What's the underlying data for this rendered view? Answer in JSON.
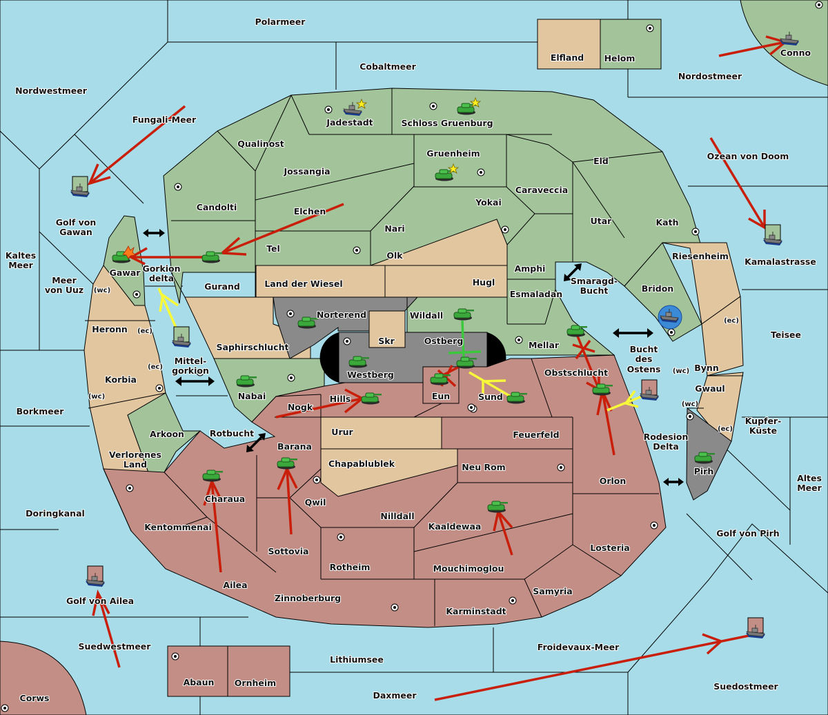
{
  "map_title": "Diplomacy-style game map",
  "colors": {
    "sea": "#a8dce8",
    "power_green": "#a3c49a",
    "power_red": "#c38e86",
    "neutral_tan": "#e2c6a0",
    "impassable_gray": "#8a8a8a",
    "order_move": "#c81e0a",
    "order_support": "#f8f83a",
    "order_convoy_hold": "#3cc83c"
  },
  "sea_labels": [
    {
      "id": "polarmeer",
      "name": "Polarmeer"
    },
    {
      "id": "cobaltmeer",
      "name": "Cobaltmeer"
    },
    {
      "id": "nordwestmeer",
      "name": "Nordwestmeer"
    },
    {
      "id": "fungali",
      "name": "Fungali-Meer"
    },
    {
      "id": "nordostmeer",
      "name": "Nordostmeer"
    },
    {
      "id": "ozean",
      "name": "Ozean von Doom"
    },
    {
      "id": "golfgawan1",
      "name": "Golf von"
    },
    {
      "id": "golfgawan2",
      "name": "Gawan"
    },
    {
      "id": "kaltes1",
      "name": "Kaltes"
    },
    {
      "id": "kaltes2",
      "name": "Meer"
    },
    {
      "id": "uuz1",
      "name": "Meer"
    },
    {
      "id": "uuz2",
      "name": "von Uuz"
    },
    {
      "id": "gorkiondelta1",
      "name": "Gorkion"
    },
    {
      "id": "gorkiondelta2",
      "name": "delta"
    },
    {
      "id": "mittel1",
      "name": "Mittel-"
    },
    {
      "id": "mittel2",
      "name": "gorkion"
    },
    {
      "id": "kamala",
      "name": "Kamalastrasse"
    },
    {
      "id": "smaragd1",
      "name": "Smaragd-"
    },
    {
      "id": "smaragd2",
      "name": "Bucht"
    },
    {
      "id": "bucht1",
      "name": "Bucht"
    },
    {
      "id": "bucht2",
      "name": "des"
    },
    {
      "id": "bucht3",
      "name": "Ostens"
    },
    {
      "id": "teisee",
      "name": "Teisee"
    },
    {
      "id": "borkmeer",
      "name": "Borkmeer"
    },
    {
      "id": "rotbucht",
      "name": "Rotbucht"
    },
    {
      "id": "rodesion1",
      "name": "Rodesion"
    },
    {
      "id": "rodesion2",
      "name": "Delta"
    },
    {
      "id": "kupfer1",
      "name": "Kupfer-"
    },
    {
      "id": "kupfer2",
      "name": "Küste"
    },
    {
      "id": "altes1",
      "name": "Altes"
    },
    {
      "id": "altes2",
      "name": "Meer"
    },
    {
      "id": "doringkanal",
      "name": "Doringkanal"
    },
    {
      "id": "golfpirh",
      "name": "Golf von Pirh"
    },
    {
      "id": "golfailea",
      "name": "Golf von Ailea"
    },
    {
      "id": "suedwestmeer",
      "name": "Suedwestmeer"
    },
    {
      "id": "lithiumsee",
      "name": "Lithiumsee"
    },
    {
      "id": "froidevaux",
      "name": "Froidevaux-Meer"
    },
    {
      "id": "daxmeer",
      "name": "Daxmeer"
    },
    {
      "id": "suedostmeer",
      "name": "Suedostmeer"
    }
  ],
  "land_labels": [
    {
      "name": "Elfland"
    },
    {
      "name": "Helom"
    },
    {
      "name": "Conno"
    },
    {
      "name": "Jadestadt"
    },
    {
      "name": "Schloss Gruenburg"
    },
    {
      "name": "Qualinost"
    },
    {
      "name": "Jossangia"
    },
    {
      "name": "Gruenheim"
    },
    {
      "name": "Eld"
    },
    {
      "name": "Candolti"
    },
    {
      "name": "Caraveccia"
    },
    {
      "name": "Elchen"
    },
    {
      "name": "Yokai"
    },
    {
      "name": "Utar"
    },
    {
      "name": "Kath"
    },
    {
      "name": "Nari"
    },
    {
      "name": "Tel"
    },
    {
      "name": "Olk"
    },
    {
      "name": "Riesenheim"
    },
    {
      "name": "Amphi"
    },
    {
      "name": "Gawar"
    },
    {
      "name": "Gurand"
    },
    {
      "name": "Land der Wiesel"
    },
    {
      "name": "Hugl"
    },
    {
      "name": "Bridon"
    },
    {
      "name": "Esmaladan"
    },
    {
      "name": "Norterend"
    },
    {
      "name": "Wildall"
    },
    {
      "name": "Heronn"
    },
    {
      "name": "Skr"
    },
    {
      "name": "Ostberg"
    },
    {
      "name": "Mellar"
    },
    {
      "name": "Saphirschlucht"
    },
    {
      "name": "Westberg"
    },
    {
      "name": "Obstschlucht"
    },
    {
      "name": "Bynn"
    },
    {
      "name": "Korbia"
    },
    {
      "name": "Nabai"
    },
    {
      "name": "Eun"
    },
    {
      "name": "Sund"
    },
    {
      "name": "Hills"
    },
    {
      "name": "Gwaul"
    },
    {
      "name": "Nogk"
    },
    {
      "name": "Urur"
    },
    {
      "name": "Feuerfeld"
    },
    {
      "name": "Arkoon"
    },
    {
      "name": "Barana"
    },
    {
      "name": "Verlorenes"
    },
    {
      "name": "Land"
    },
    {
      "name": "Chapablublek"
    },
    {
      "name": "Neu Rom"
    },
    {
      "name": "Pirh"
    },
    {
      "name": "Charaua"
    },
    {
      "name": "Orlon"
    },
    {
      "name": "Qwil"
    },
    {
      "name": "Nilldall"
    },
    {
      "name": "Kentommenai"
    },
    {
      "name": "Kaaldewaa"
    },
    {
      "name": "Sottovia"
    },
    {
      "name": "Losteria"
    },
    {
      "name": "Rotheim"
    },
    {
      "name": "Mouchimoglou"
    },
    {
      "name": "Ailea"
    },
    {
      "name": "Samyria"
    },
    {
      "name": "Zinnoberburg"
    },
    {
      "name": "Karminstadt"
    },
    {
      "name": "Abaun"
    },
    {
      "name": "Ornheim"
    },
    {
      "name": "Corws"
    }
  ],
  "coast_markers": [
    "(wc)",
    "(ec)",
    "(ec)",
    "(wc)",
    "(ec)",
    "(wc)",
    "(wc)",
    "(ec)"
  ],
  "units": [
    {
      "type": "fleet",
      "power": "green",
      "location": "Jadestadt",
      "star": true
    },
    {
      "type": "army",
      "power": "green",
      "location": "Schloss Gruenburg",
      "star": true
    },
    {
      "type": "army",
      "power": "green",
      "location": "Gruenheim",
      "star": true
    },
    {
      "type": "fleet",
      "power": "green",
      "location": "Golf von Gawan"
    },
    {
      "type": "fleet",
      "power": "green",
      "location": "Conno"
    },
    {
      "type": "fleet",
      "power": "green",
      "location": "Kamalastrasse"
    },
    {
      "type": "army",
      "power": "green",
      "location": "Gawar",
      "dislodged": true
    },
    {
      "type": "army",
      "power": "green",
      "location": "Gurand"
    },
    {
      "type": "fleet",
      "power": "green",
      "location": "Mittelgorkion"
    },
    {
      "type": "army",
      "power": "green",
      "location": "Norterend"
    },
    {
      "type": "army",
      "power": "green",
      "location": "Westberg"
    },
    {
      "type": "army",
      "power": "green",
      "location": "Nabai"
    },
    {
      "type": "army",
      "power": "green",
      "location": "Wildall"
    },
    {
      "type": "army",
      "power": "green",
      "location": "Ostberg"
    },
    {
      "type": "army",
      "power": "green",
      "location": "Eun"
    },
    {
      "type": "army",
      "power": "green",
      "location": "Sund"
    },
    {
      "type": "army",
      "power": "green",
      "location": "Hills"
    },
    {
      "type": "army",
      "power": "green",
      "location": "Mellar"
    },
    {
      "type": "army",
      "power": "green",
      "location": "Obstschlucht"
    },
    {
      "type": "fleet",
      "power": "blue",
      "location": "Bridon",
      "highlighted": true
    },
    {
      "type": "fleet",
      "power": "red",
      "location": "Bucht des Ostens"
    },
    {
      "type": "army",
      "power": "green",
      "location": "Pirh"
    },
    {
      "type": "army",
      "power": "green",
      "location": "Charaua"
    },
    {
      "type": "army",
      "power": "green",
      "location": "Barana"
    },
    {
      "type": "army",
      "power": "green",
      "location": "Kaaldewaa"
    },
    {
      "type": "fleet",
      "power": "red",
      "location": "Golf von Ailea"
    },
    {
      "type": "fleet",
      "power": "red",
      "location": "Suedostmeer"
    }
  ]
}
